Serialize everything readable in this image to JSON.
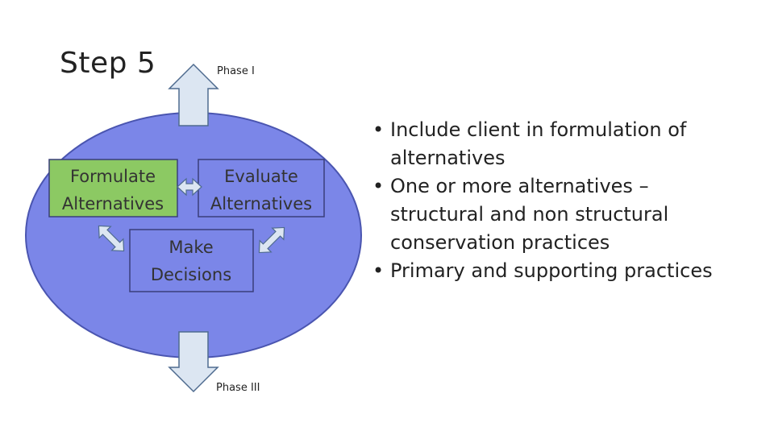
{
  "title": "Step 5",
  "diagram": {
    "phase_top": "Phase I",
    "phase_bottom": "Phase III",
    "formulate": [
      "Formulate",
      "Alternatives"
    ],
    "evaluate": [
      "Evaluate",
      "Alternatives"
    ],
    "decide": [
      "Make",
      "Decisions"
    ]
  },
  "bullets": [
    "Include client in formulation of alternatives",
    "One or more alternatives – structural and non structural conservation practices",
    "Primary and supporting practices"
  ],
  "colors": {
    "ellipse_fill": "#7B86E8",
    "ellipse_stroke": "#4A55B0",
    "formulate_fill": "#8CC963",
    "arrow_fill": "#DCE6F2",
    "arrow_stroke": "#4F6B8F",
    "box_stroke": "#3A3F7A"
  }
}
